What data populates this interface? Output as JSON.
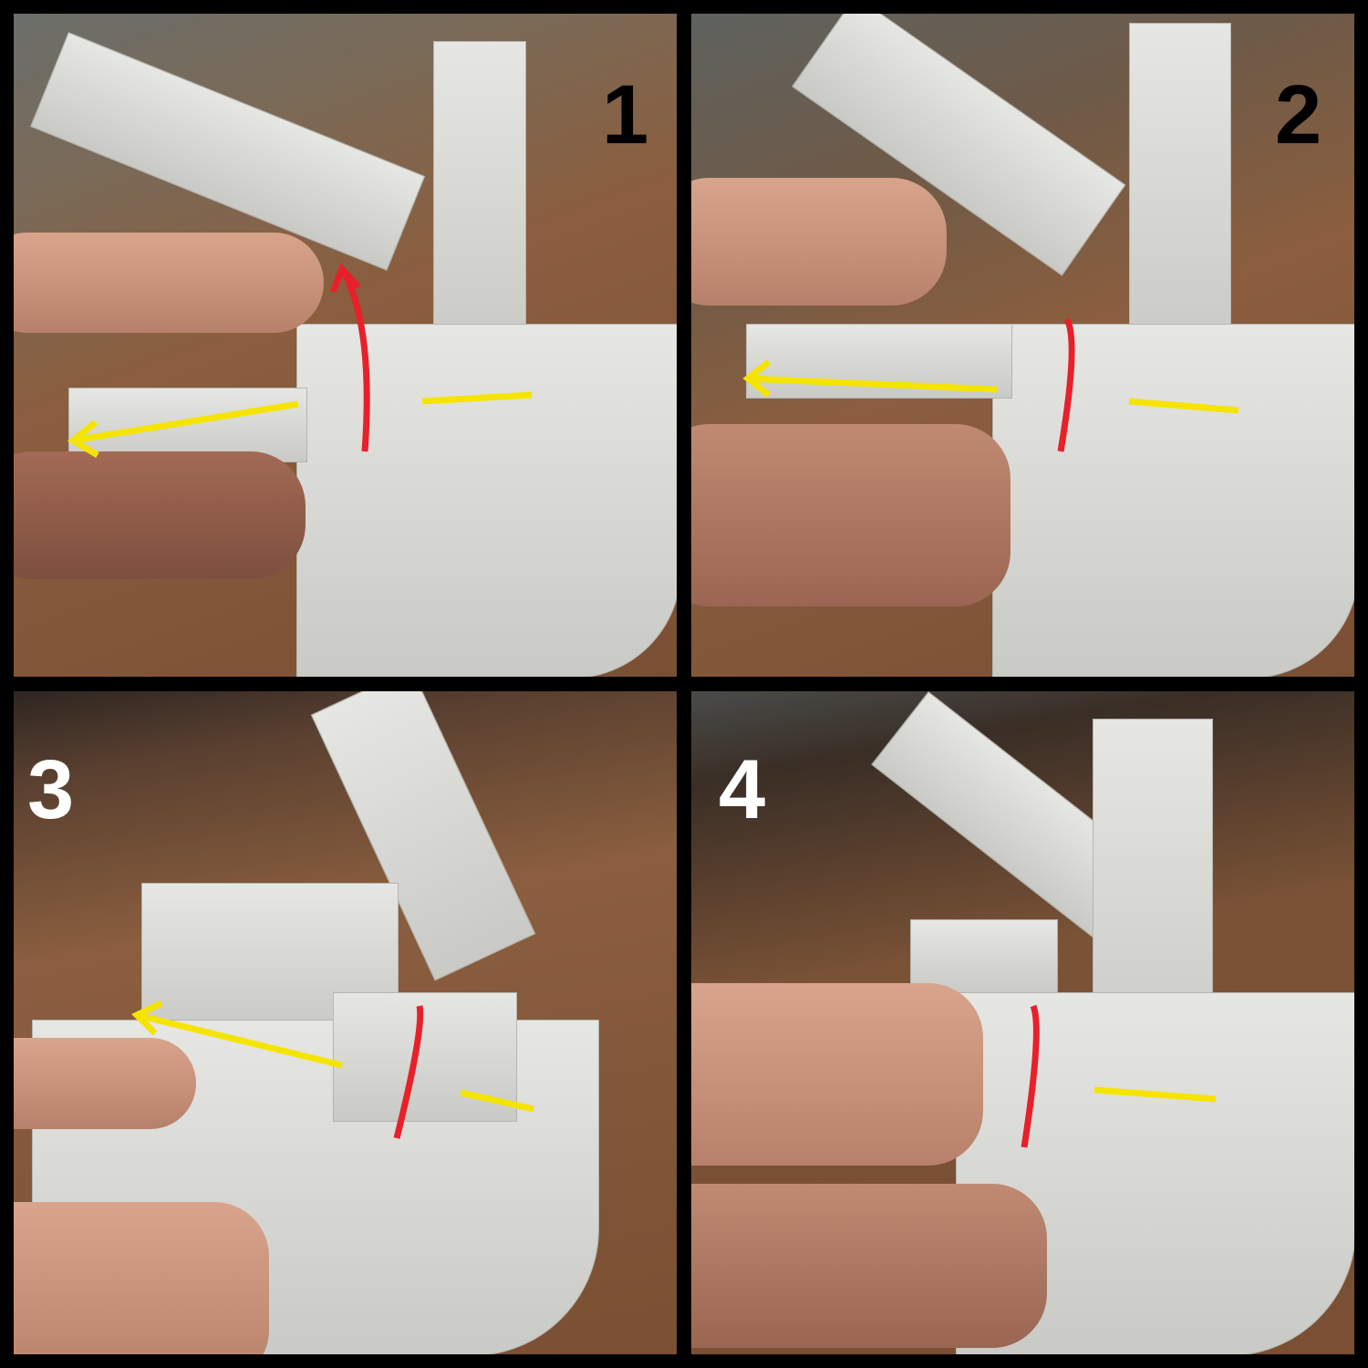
{
  "collage": {
    "description": "Four-step photo tutorial of weaving paper strips",
    "panels": [
      {
        "step_label": "1",
        "label_color": "#000000",
        "annotations": [
          "red curved arrow up",
          "yellow arrow left",
          "yellow line"
        ]
      },
      {
        "step_label": "2",
        "label_color": "#000000",
        "annotations": [
          "red line",
          "yellow arrow left",
          "yellow line"
        ]
      },
      {
        "step_label": "3",
        "label_color": "#ffffff",
        "annotations": [
          "red line",
          "yellow arrow left",
          "yellow line"
        ]
      },
      {
        "step_label": "4",
        "label_color": "#ffffff",
        "annotations": [
          "red line",
          "yellow line"
        ]
      }
    ]
  },
  "colors": {
    "annotation_red": "#e8202a",
    "annotation_yellow": "#f5e400",
    "border": "#000000"
  }
}
